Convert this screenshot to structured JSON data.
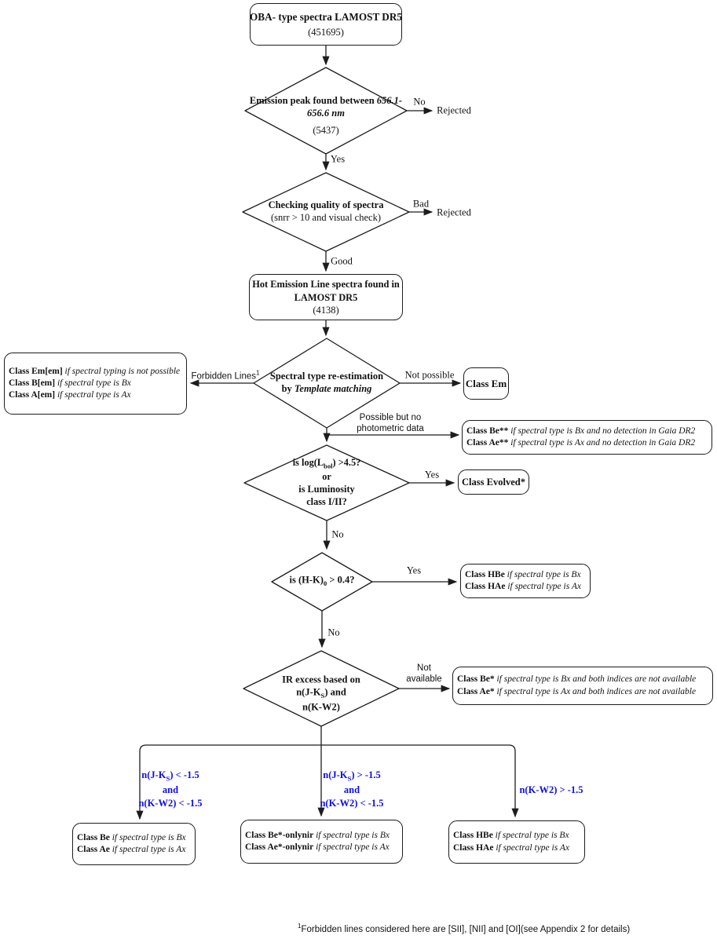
{
  "colors": {
    "accent_blue": "#0D0DE8",
    "line": "#1c1c1c"
  },
  "start": {
    "line1": "OBA- type spectra LAMOST DR5",
    "count": "(451695)"
  },
  "d_emission": {
    "t1": "Emission peak found between ",
    "t2": "656.1-",
    "t3": "656.6 nm",
    "count": "(5437)",
    "no": "No",
    "rejected": "Rejected",
    "yes": "Yes"
  },
  "d_quality": {
    "t1": "Checking quality of spectra",
    "t2": "(snrr > 10 and visual check)",
    "bad": "Bad",
    "rejected": "Rejected",
    "good": "Good"
  },
  "hot_box": {
    "line1": "Hot Emission Line spectra found in",
    "line2": "LAMOST DR5",
    "count": "(4138)"
  },
  "d_spectral": {
    "t1": "Spectral type re-estimation",
    "t2": "by ",
    "t3": "Template matching",
    "left_label": "Forbidden Lines",
    "left_label_sup": "1",
    "right_label": "Not possible"
  },
  "em_box": {
    "t": "Class Em"
  },
  "forbidden_box": {
    "lines": [
      {
        "b": "Class Em[em]",
        "i": " if spectral typing is not possible"
      },
      {
        "b": "Class B[em]",
        "i": " if spectral type is Bx"
      },
      {
        "b": "Class A[em]",
        "i": " if spectral type is Ax"
      }
    ]
  },
  "possible_label": {
    "l1": "Possible but no",
    "l2": "photometric data"
  },
  "gaia_box": {
    "lines": [
      {
        "b": "Class Be**",
        "i": " if spectral type is Bx and no detection in Gaia DR2"
      },
      {
        "b": "Class Ae**",
        "i": " if spectral type is Ax and no detection in Gaia DR2"
      }
    ]
  },
  "d_lbol": {
    "t1": "is log(L",
    "sub": "bol",
    "t2": ") >4.5?",
    "t3": "or",
    "t4": "is Luminosity",
    "t5": "class I/II?",
    "yes": "Yes",
    "no": "No"
  },
  "evolved_box": {
    "t": "Class Evolved*"
  },
  "d_hk": {
    "t1": "is (H-K)",
    "sub": "0",
    "t2": " > 0.4?",
    "yes": "Yes",
    "no": "No"
  },
  "hbe_box": {
    "lines": [
      {
        "b": "Class HBe",
        "i": " if spectral type is Bx"
      },
      {
        "b": "Class HAe",
        "i": " if spectral type is Ax"
      }
    ]
  },
  "d_ir": {
    "t1": "IR excess based on",
    "t2a": "n(J-K",
    "t2sub": "S",
    "t2b": ") and",
    "t3": "n(K-W2)",
    "na1": "Not",
    "na2": "available"
  },
  "indices_box": {
    "lines": [
      {
        "b": "Class Be*",
        "i": " if spectral type is Bx and both indices are not available"
      },
      {
        "b": "Class Ae*",
        "i": " if spectral type is Ax and both indices are not available"
      }
    ]
  },
  "branch_left_label": {
    "l1a": "n(J-K",
    "l1sub": "S",
    "l1b": ") < -1.5",
    "l2": "and",
    "l3": "n(K-W2) < -1.5"
  },
  "branch_mid_label": {
    "l1a": "n(J-K",
    "l1sub": "S",
    "l1b": ") > -1.5",
    "l2": "and",
    "l3": "n(K-W2) < -1.5"
  },
  "branch_right_label": {
    "l1": "n(K-W2) > -1.5"
  },
  "be_box": {
    "lines": [
      {
        "b": "Class Be",
        "i": " if spectral type is Bx"
      },
      {
        "b": "Class Ae",
        "i": " if spectral type is Ax"
      }
    ]
  },
  "onlynir_box": {
    "lines": [
      {
        "b": "Class Be*-onlynir",
        "i": " if spectral type is Bx"
      },
      {
        "b": "Class Ae*-onlynir",
        "i": " if spectral type is Ax"
      }
    ]
  },
  "hbe_box2": {
    "lines": [
      {
        "b": "Class HBe",
        "i": " if spectral type is Bx"
      },
      {
        "b": "Class HAe",
        "i": " if spectral type is Ax"
      }
    ]
  },
  "footnote": {
    "sup": "1",
    "text": "Forbidden lines considered here are [SII], [NII] and [OI](see Appendix 2 for details)"
  }
}
